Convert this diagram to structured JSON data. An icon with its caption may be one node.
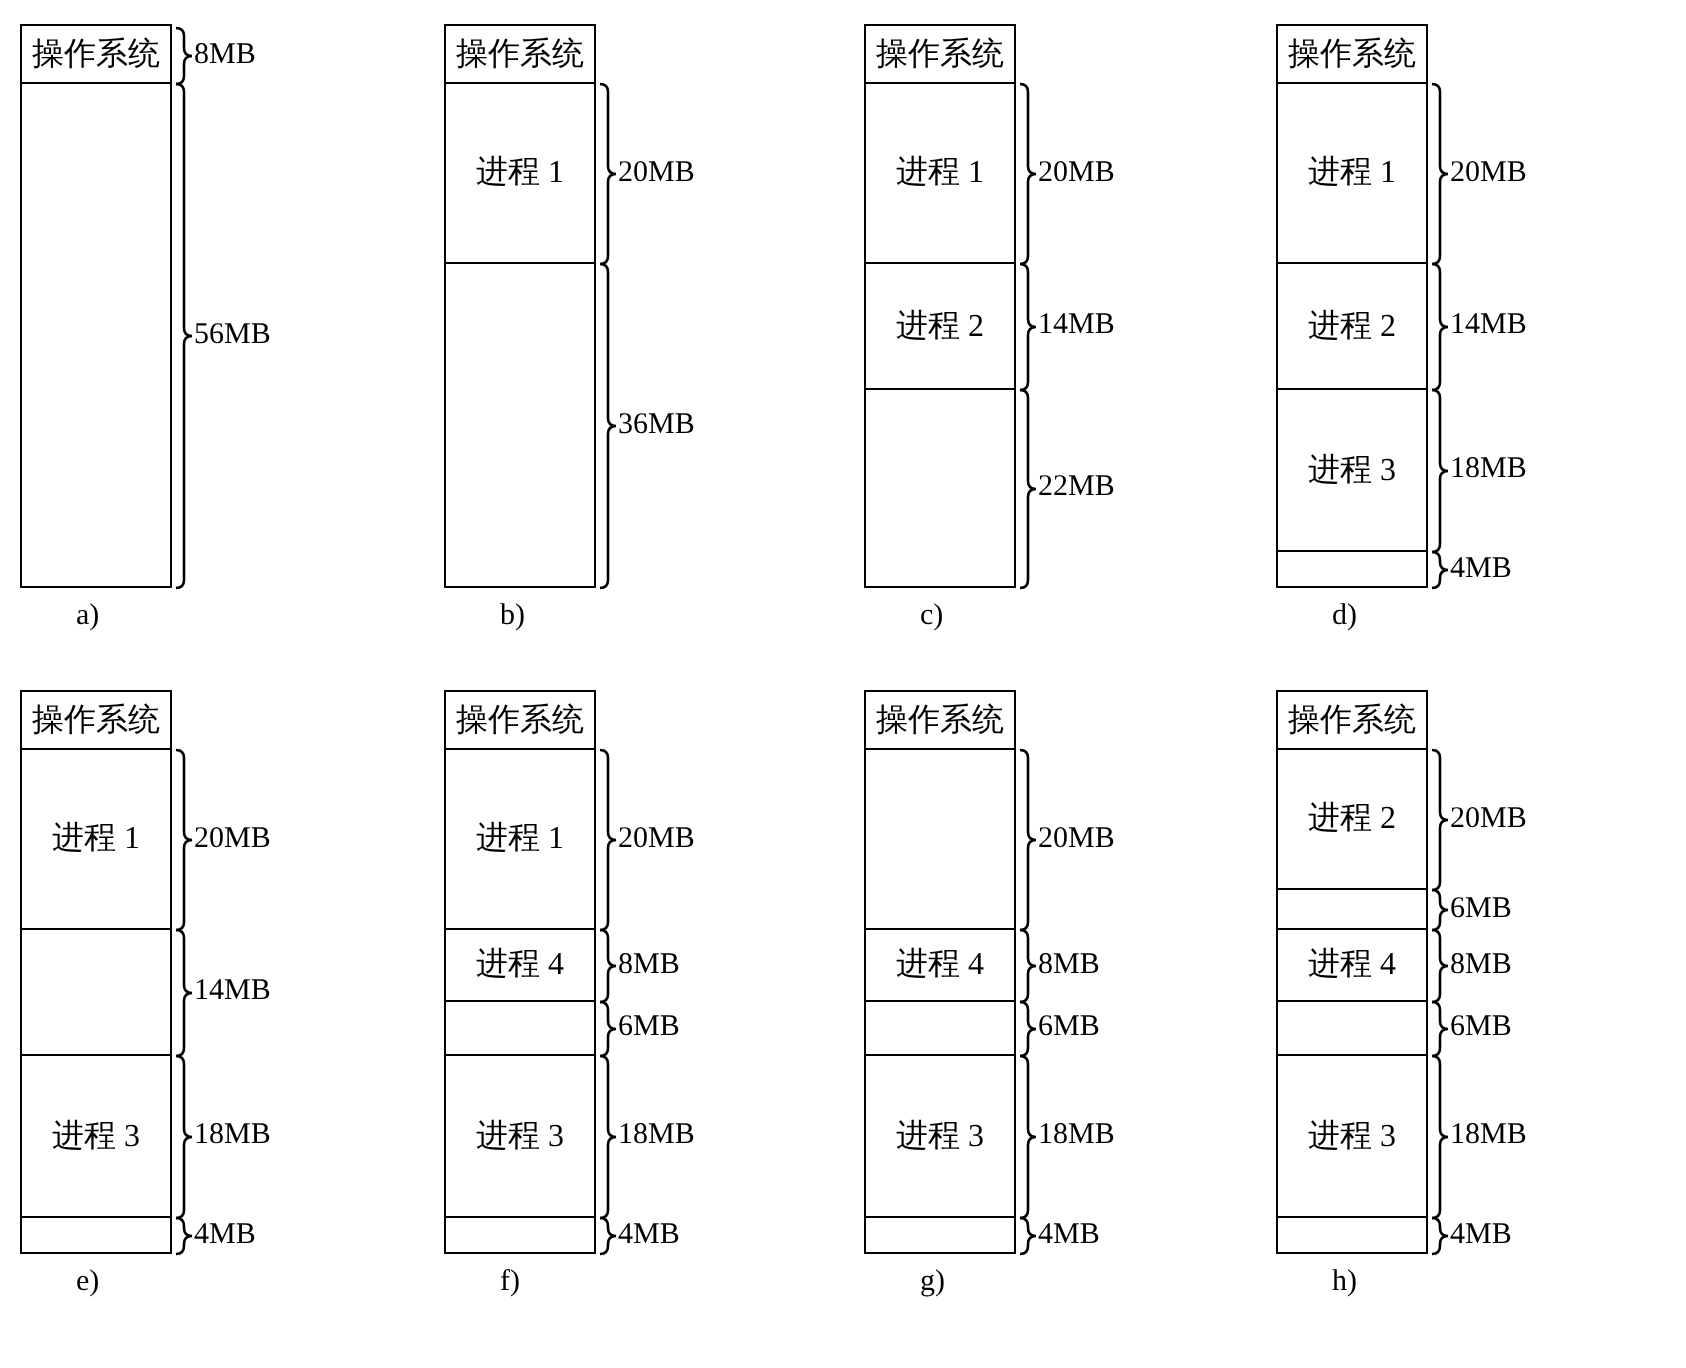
{
  "diagram": {
    "nodes": [
      {
        "text": [],
        "shape": "box",
        "beside": [
          "a)"
        ]
      },
      {
        "text": [
          "操作系统"
        ],
        "in": 0,
        "beside": [
          "8MB"
        ]
      },
      {
        "text": [],
        "shape": "box",
        "in": 0,
        "beside": [
          "56MB"
        ]
      },
      {
        "text": [],
        "shape": "box",
        "beside": [
          "b)"
        ]
      },
      {
        "text": [
          "操作系统"
        ],
        "in": 3
      },
      {
        "text": [
          "进程 1"
        ],
        "in": 3,
        "beside": [
          "20MB"
        ]
      },
      {
        "text": [],
        "shape": "box",
        "in": 3,
        "beside": [
          "36MB"
        ]
      },
      {
        "text": [],
        "shape": "box",
        "beside": [
          "c)"
        ]
      },
      {
        "text": [
          "操作系统"
        ],
        "in": 7
      },
      {
        "text": [
          "进程 1"
        ],
        "in": 7,
        "beside": [
          "20MB"
        ]
      },
      {
        "text": [
          "进程 2"
        ],
        "in": 7,
        "beside": [
          "14MB"
        ]
      },
      {
        "text": [],
        "shape": "box",
        "in": 7,
        "beside": [
          "22MB"
        ]
      },
      {
        "text": [],
        "shape": "box",
        "beside": [
          "d)"
        ]
      },
      {
        "text": [
          "操作系统"
        ],
        "in": 12
      },
      {
        "text": [
          "进程 1"
        ],
        "in": 12,
        "beside": [
          "20MB"
        ]
      },
      {
        "text": [
          "进程 2"
        ],
        "in": 12,
        "beside": [
          "14MB"
        ]
      },
      {
        "text": [
          "进程 3"
        ],
        "in": 12,
        "beside": [
          "18MB"
        ]
      },
      {
        "text": [],
        "shape": "box",
        "in": 12,
        "beside": [
          "4MB"
        ]
      },
      {
        "text": [],
        "shape": "box",
        "beside": [
          "e)"
        ]
      },
      {
        "text": [
          "操作系统"
        ],
        "in": 18
      },
      {
        "text": [
          "进程 1"
        ],
        "in": 18,
        "beside": [
          "20MB"
        ]
      },
      {
        "text": [],
        "shape": "box",
        "in": 18,
        "beside": [
          "14MB"
        ]
      },
      {
        "text": [
          "进程 3"
        ],
        "in": 18,
        "beside": [
          "18MB"
        ]
      },
      {
        "text": [],
        "shape": "box",
        "in": 18,
        "beside": [
          "4MB"
        ]
      },
      {
        "text": [],
        "shape": "box",
        "beside": [
          "f)"
        ]
      },
      {
        "text": [
          "操作系统"
        ],
        "in": 24
      },
      {
        "text": [
          "进程 1"
        ],
        "in": 24,
        "beside": [
          "20MB"
        ]
      },
      {
        "text": [
          "进程 4"
        ],
        "in": 24,
        "beside": [
          "8MB"
        ]
      },
      {
        "text": [],
        "shape": "box",
        "in": 24,
        "beside": [
          "6MB"
        ]
      },
      {
        "text": [
          "进程 3"
        ],
        "in": 24,
        "beside": [
          "18MB"
        ]
      },
      {
        "text": [],
        "shape": "box",
        "in": 24,
        "beside": [
          "4MB"
        ]
      },
      {
        "text": [],
        "shape": "box",
        "beside": [
          "g)"
        ]
      },
      {
        "text": [
          "操作系统"
        ],
        "in": 31
      },
      {
        "text": [],
        "shape": "box",
        "in": 31,
        "beside": [
          "20MB"
        ]
      },
      {
        "text": [
          "进程 4"
        ],
        "in": 31,
        "beside": [
          "8MB"
        ]
      },
      {
        "text": [],
        "shape": "box",
        "in": 31,
        "beside": [
          "6MB"
        ]
      },
      {
        "text": [
          "进程 3"
        ],
        "in": 31,
        "beside": [
          "18MB"
        ]
      },
      {
        "text": [],
        "shape": "box",
        "in": 31,
        "beside": [
          "4MB"
        ]
      },
      {
        "text": [],
        "shape": "box",
        "beside": [
          "h)"
        ]
      },
      {
        "text": [
          "操作系统"
        ],
        "in": 38
      },
      {
        "text": [
          "进程 2"
        ],
        "in": 38,
        "beside": [
          "20MB"
        ]
      },
      {
        "text": [],
        "shape": "box",
        "in": 38,
        "beside": [
          "6MB"
        ]
      },
      {
        "text": [
          "进程 4"
        ],
        "in": 38,
        "beside": [
          "8MB"
        ]
      },
      {
        "text": [],
        "shape": "box",
        "in": 38,
        "beside": [
          "6MB"
        ]
      },
      {
        "text": [
          "进程 3"
        ],
        "in": 38,
        "beside": [
          "18MB"
        ]
      },
      {
        "text": [],
        "shape": "box",
        "in": 38,
        "beside": [
          "4MB"
        ]
      }
    ],
    "edges": []
  }
}
